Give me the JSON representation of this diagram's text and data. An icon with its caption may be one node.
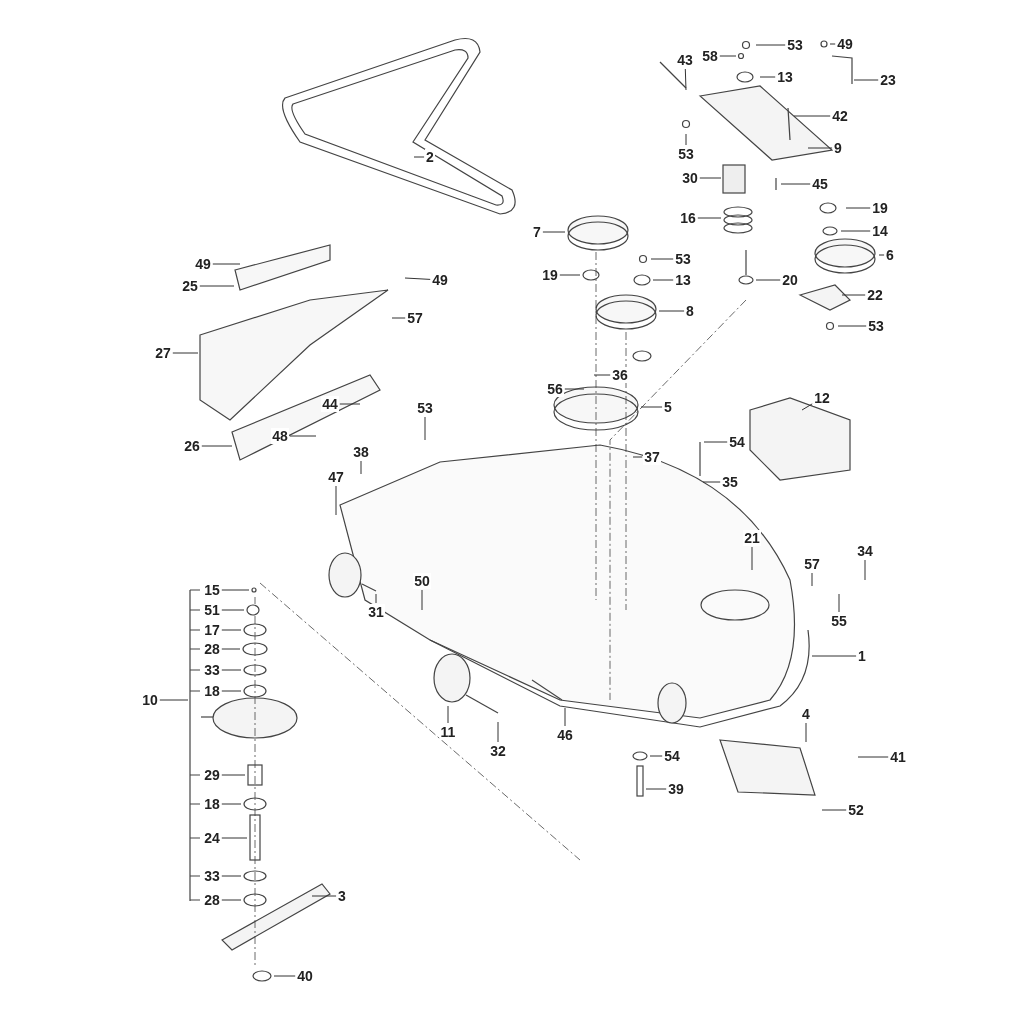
{
  "diagram": {
    "nodes": [
      {
        "text": [
          "53"
        ]
      },
      {
        "text": [
          "58"
        ]
      },
      {
        "text": [
          "49"
        ]
      },
      {
        "text": [
          "43"
        ]
      },
      {
        "text": [
          "13"
        ]
      },
      {
        "text": [
          "23"
        ]
      },
      {
        "text": [
          "42"
        ]
      },
      {
        "text": [
          "9"
        ]
      },
      {
        "text": [
          "53"
        ]
      },
      {
        "text": [
          "2"
        ]
      },
      {
        "text": [
          "30"
        ]
      },
      {
        "text": [
          "45"
        ]
      },
      {
        "text": [
          "19"
        ]
      },
      {
        "text": [
          "16"
        ]
      },
      {
        "text": [
          "14"
        ]
      },
      {
        "text": [
          "7"
        ]
      },
      {
        "text": [
          "6"
        ]
      },
      {
        "text": [
          "53"
        ]
      },
      {
        "text": [
          "49"
        ]
      },
      {
        "text": [
          "19"
        ]
      },
      {
        "text": [
          "13"
        ]
      },
      {
        "text": [
          "20"
        ]
      },
      {
        "text": [
          "25"
        ]
      },
      {
        "text": [
          "49"
        ]
      },
      {
        "text": [
          "22"
        ]
      },
      {
        "text": [
          "8"
        ]
      },
      {
        "text": [
          "57"
        ]
      },
      {
        "text": [
          "53"
        ]
      },
      {
        "text": [
          "27"
        ]
      },
      {
        "text": [
          "36"
        ]
      },
      {
        "text": [
          "56"
        ]
      },
      {
        "text": [
          "12"
        ]
      },
      {
        "text": [
          "44"
        ]
      },
      {
        "text": [
          "5"
        ]
      },
      {
        "text": [
          "53"
        ]
      },
      {
        "text": [
          "48"
        ]
      },
      {
        "text": [
          "54"
        ]
      },
      {
        "text": [
          "26"
        ]
      },
      {
        "text": [
          "38"
        ]
      },
      {
        "text": [
          "37"
        ]
      },
      {
        "text": [
          "47"
        ]
      },
      {
        "text": [
          "35"
        ]
      },
      {
        "text": [
          "21"
        ]
      },
      {
        "text": [
          "34"
        ]
      },
      {
        "text": [
          "57"
        ]
      },
      {
        "text": [
          "50"
        ]
      },
      {
        "text": [
          "15"
        ]
      },
      {
        "text": [
          "51"
        ]
      },
      {
        "text": [
          "31"
        ]
      },
      {
        "text": [
          "55"
        ]
      },
      {
        "text": [
          "17"
        ]
      },
      {
        "text": [
          "28"
        ]
      },
      {
        "text": [
          "1"
        ]
      },
      {
        "text": [
          "33"
        ]
      },
      {
        "text": [
          "18"
        ]
      },
      {
        "text": [
          "10"
        ]
      },
      {
        "text": [
          "4"
        ]
      },
      {
        "text": [
          "11"
        ]
      },
      {
        "text": [
          "46"
        ]
      },
      {
        "text": [
          "32"
        ]
      },
      {
        "text": [
          "54"
        ]
      },
      {
        "text": [
          "41"
        ]
      },
      {
        "text": [
          "29"
        ]
      },
      {
        "text": [
          "39"
        ]
      },
      {
        "text": [
          "18"
        ]
      },
      {
        "text": [
          "52"
        ]
      },
      {
        "text": [
          "24"
        ]
      },
      {
        "text": [
          "33"
        ]
      },
      {
        "text": [
          "3"
        ]
      },
      {
        "text": [
          "28"
        ]
      },
      {
        "text": [
          "40"
        ]
      },
      {
        "text": [],
        "shape": "bar"
      }
    ],
    "edges": [
      {
        "from": 0,
        "to": null,
        "arrow": "none"
      },
      {
        "from": 1,
        "to": null,
        "arrow": "none"
      },
      {
        "from": 2,
        "to": null,
        "arrow": "none"
      },
      {
        "from": 3,
        "to": null,
        "arrow": "none"
      },
      {
        "from": 4,
        "to": null,
        "arrow": "none"
      },
      {
        "from": 5,
        "to": null,
        "arrow": "none"
      },
      {
        "from": 6,
        "to": null,
        "arrow": "none"
      },
      {
        "from": 7,
        "to": null,
        "arrow": "none"
      },
      {
        "from": 8,
        "to": null,
        "arrow": "none"
      },
      {
        "from": 9,
        "to": null,
        "arrow": "none"
      },
      {
        "from": 10,
        "to": null,
        "arrow": "none"
      },
      {
        "from": 11,
        "to": null,
        "arrow": "none"
      },
      {
        "from": 12,
        "to": null,
        "arrow": "none"
      },
      {
        "from": 13,
        "to": null,
        "arrow": "none"
      },
      {
        "from": 14,
        "to": null,
        "arrow": "none"
      },
      {
        "from": 15,
        "to": null,
        "arrow": "none"
      },
      {
        "from": 16,
        "to": null,
        "arrow": "none"
      },
      {
        "from": 17,
        "to": null,
        "arrow": "none"
      },
      {
        "from": 18,
        "to": null,
        "arrow": "none"
      },
      {
        "from": 19,
        "to": null,
        "arrow": "none"
      },
      {
        "from": 20,
        "to": null,
        "arrow": "none"
      },
      {
        "from": 21,
        "to": null,
        "arrow": "none"
      },
      {
        "from": 22,
        "to": null,
        "arrow": "none"
      },
      {
        "from": 23,
        "to": null,
        "arrow": "none"
      },
      {
        "from": 24,
        "to": null,
        "arrow": "none"
      },
      {
        "from": 25,
        "to": null,
        "arrow": "none"
      },
      {
        "from": 26,
        "to": null,
        "arrow": "none"
      },
      {
        "from": 27,
        "to": null,
        "arrow": "none"
      },
      {
        "from": 28,
        "to": null,
        "arrow": "none"
      },
      {
        "from": 29,
        "to": null,
        "arrow": "none"
      },
      {
        "from": 30,
        "to": null,
        "arrow": "none"
      },
      {
        "from": 31,
        "to": null,
        "arrow": "none"
      },
      {
        "from": 32,
        "to": null,
        "arrow": "none"
      },
      {
        "from": 33,
        "to": null,
        "arrow": "none"
      },
      {
        "from": 34,
        "to": null,
        "arrow": "none"
      },
      {
        "from": 35,
        "to": null,
        "arrow": "none"
      },
      {
        "from": 36,
        "to": null,
        "arrow": "none"
      },
      {
        "from": 37,
        "to": null,
        "arrow": "none"
      },
      {
        "from": 38,
        "to": null,
        "arrow": "none"
      },
      {
        "from": 39,
        "to": null,
        "arrow": "none"
      },
      {
        "from": 40,
        "to": null,
        "arrow": "none"
      },
      {
        "from": 41,
        "to": null,
        "arrow": "none"
      },
      {
        "from": 42,
        "to": null,
        "arrow": "none"
      },
      {
        "from": 43,
        "to": null,
        "arrow": "none"
      },
      {
        "from": 44,
        "to": null,
        "arrow": "none"
      },
      {
        "from": 45,
        "to": null,
        "arrow": "none"
      },
      {
        "from": 46,
        "to": null,
        "arrow": "none"
      },
      {
        "from": 47,
        "to": null,
        "arrow": "none"
      },
      {
        "from": 48,
        "to": null,
        "arrow": "none"
      },
      {
        "from": 49,
        "to": null,
        "arrow": "none"
      },
      {
        "from": 50,
        "to": null,
        "arrow": "none"
      },
      {
        "from": 51,
        "to": null,
        "arrow": "none"
      },
      {
        "from": 52,
        "to": null,
        "arrow": "none"
      },
      {
        "from": 53,
        "to": null,
        "arrow": "none"
      },
      {
        "from": 54,
        "to": null,
        "arrow": "none"
      },
      {
        "from": 55,
        "to": 71,
        "arrow": "none"
      },
      {
        "from": 56,
        "to": null,
        "arrow": "none"
      },
      {
        "from": 57,
        "to": null,
        "arrow": "none"
      },
      {
        "from": 58,
        "to": null,
        "arrow": "none"
      },
      {
        "from": 59,
        "to": null,
        "arrow": "none"
      },
      {
        "from": 60,
        "to": null,
        "arrow": "none"
      },
      {
        "from": 61,
        "to": null,
        "arrow": "none"
      },
      {
        "from": 62,
        "to": null,
        "arrow": "none"
      },
      {
        "from": 63,
        "to": null,
        "arrow": "none"
      },
      {
        "from": 64,
        "to": null,
        "arrow": "none"
      },
      {
        "from": 65,
        "to": null,
        "arrow": "none"
      },
      {
        "from": 66,
        "to": null,
        "arrow": "none"
      },
      {
        "from": 67,
        "to": null,
        "arrow": "none"
      },
      {
        "from": 68,
        "to": null,
        "arrow": "none"
      },
      {
        "from": 69,
        "to": null,
        "arrow": "none"
      },
      {
        "from": 70,
        "to": null,
        "arrow": "none"
      }
    ]
  }
}
